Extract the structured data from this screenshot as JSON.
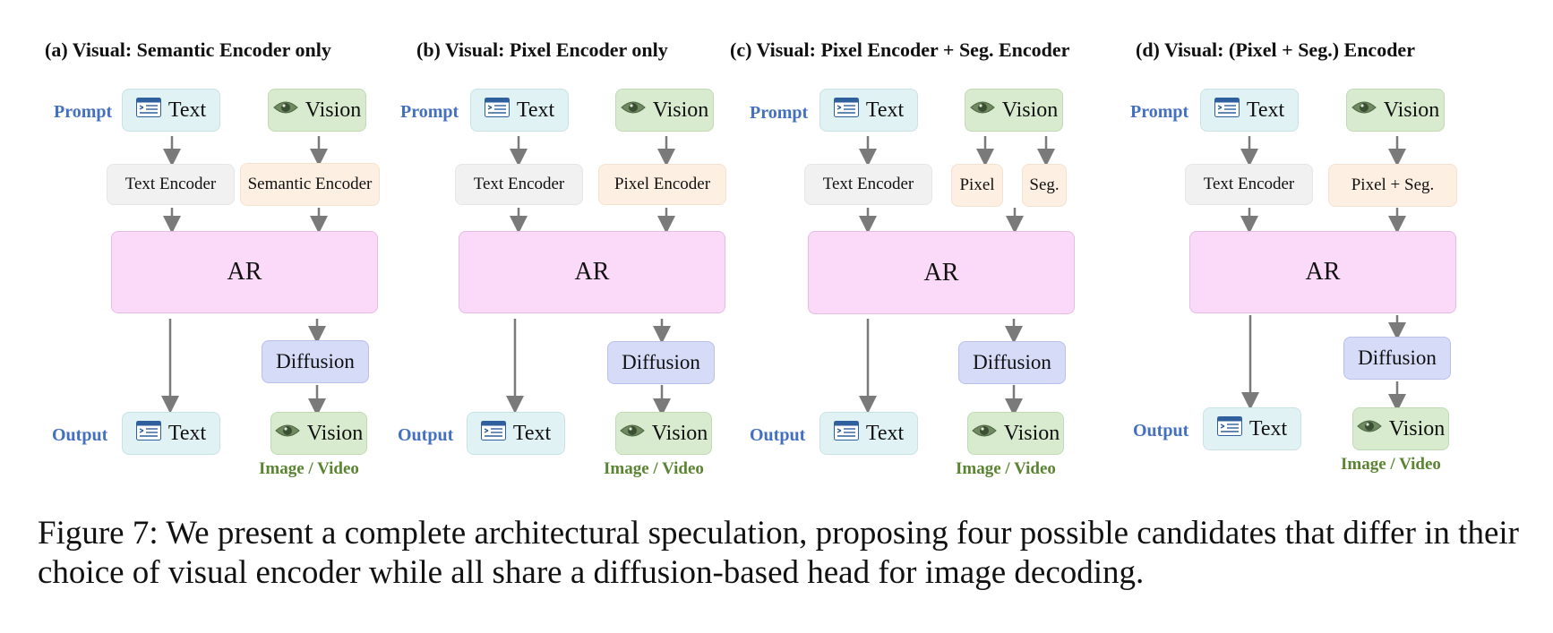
{
  "panels": [
    {
      "title": "(a) Visual: Semantic Encoder only",
      "prompt": "Prompt",
      "text": "Text",
      "vision": "Vision",
      "text_encoder": "Text Encoder",
      "visual_encoder": "Semantic Encoder",
      "ar": "AR",
      "diffusion": "Diffusion",
      "output": "Output",
      "out_text": "Text",
      "out_vision": "Vision",
      "image_video": "Image / Video"
    },
    {
      "title": "(b) Visual: Pixel Encoder only",
      "prompt": "Prompt",
      "text": "Text",
      "vision": "Vision",
      "text_encoder": "Text Encoder",
      "visual_encoder": "Pixel Encoder",
      "ar": "AR",
      "diffusion": "Diffusion",
      "output": "Output",
      "out_text": "Text",
      "out_vision": "Vision",
      "image_video": "Image / Video"
    },
    {
      "title": "(c) Visual: Pixel Encoder + Seg. Encoder",
      "prompt": "Prompt",
      "text": "Text",
      "vision": "Vision",
      "text_encoder": "Text Encoder",
      "pixel": "Pixel",
      "seg": "Seg.",
      "ar": "AR",
      "diffusion": "Diffusion",
      "output": "Output",
      "out_text": "Text",
      "out_vision": "Vision",
      "image_video": "Image / Video"
    },
    {
      "title": "(d) Visual: (Pixel + Seg.) Encoder",
      "prompt": "Prompt",
      "text": "Text",
      "vision": "Vision",
      "text_encoder": "Text Encoder",
      "visual_encoder": "Pixel + Seg.",
      "ar": "AR",
      "diffusion": "Diffusion",
      "output": "Output",
      "out_text": "Text",
      "out_vision": "Vision",
      "image_video": "Image / Video"
    }
  ],
  "caption": "Figure 7: We present a complete architectural speculation, proposing four possible candidates that differ in their choice of visual encoder while all share a diffusion-based head for image decoding.",
  "colors": {
    "prompt_label": "#4470c1",
    "image_video_label": "#5a8432",
    "ar": "#fbd9f9",
    "diffusion": "#d6dbf8",
    "text_box": "#e1f2f4",
    "vision_box": "#d8ebcf"
  },
  "icons": {
    "text": "text-document-icon",
    "vision": "eye-icon"
  }
}
